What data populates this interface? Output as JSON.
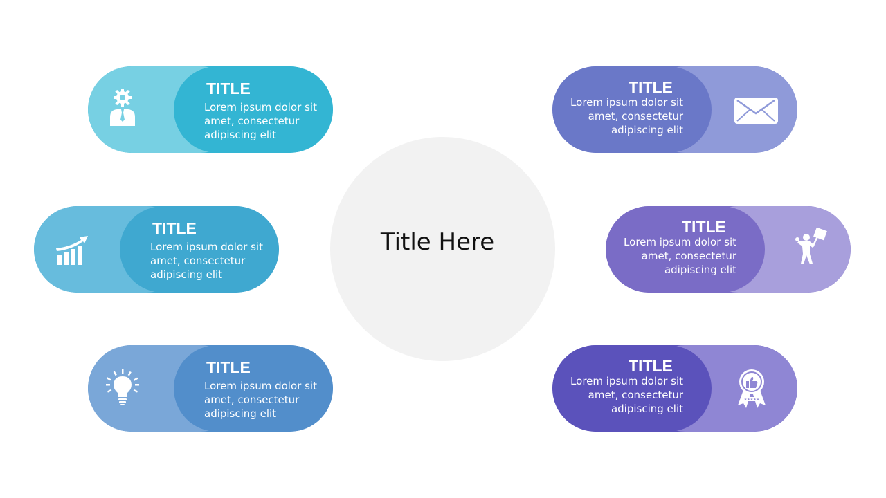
{
  "center": {
    "title": "Title Here",
    "color": "#f2f2f2"
  },
  "items": [
    {
      "side": "left",
      "title": "TITLE",
      "text": [
        "Lorem ipsum dolor sit",
        "amet, consectetur",
        "adipiscing elit"
      ],
      "icon": "gear-person-icon",
      "main_color": "#33b5d3",
      "light_color": "#77d0e3"
    },
    {
      "side": "left",
      "title": "TITLE",
      "text": [
        "Lorem ipsum dolor sit",
        "amet, consectetur",
        "adipiscing elit"
      ],
      "icon": "growth-chart-icon",
      "main_color": "#3fa8d0",
      "light_color": "#67bcdd"
    },
    {
      "side": "left",
      "title": "TITLE",
      "text": [
        "Lorem ipsum dolor sit",
        "amet, consectetur",
        "adipiscing elit"
      ],
      "icon": "lightbulb-icon",
      "main_color": "#528ecb",
      "light_color": "#7aa7d8"
    },
    {
      "side": "right",
      "title": "TITLE",
      "text": [
        "Lorem ipsum dolor sit",
        "amet, consectetur",
        "adipiscing elit"
      ],
      "icon": "envelope-icon",
      "main_color": "#6a78c8",
      "light_color": "#8f9ad9"
    },
    {
      "side": "right",
      "title": "TITLE",
      "text": [
        "Lorem ipsum dolor sit",
        "amet, consectetur",
        "adipiscing elit"
      ],
      "icon": "person-with-sign-icon",
      "main_color": "#7a6cc6",
      "light_color": "#a89fdc"
    },
    {
      "side": "right",
      "title": "TITLE",
      "text": [
        "Lorem ipsum dolor sit",
        "amet, consectetur",
        "adipiscing elit"
      ],
      "icon": "award-badge-icon",
      "main_color": "#5b52bb",
      "light_color": "#8f86d4"
    }
  ]
}
